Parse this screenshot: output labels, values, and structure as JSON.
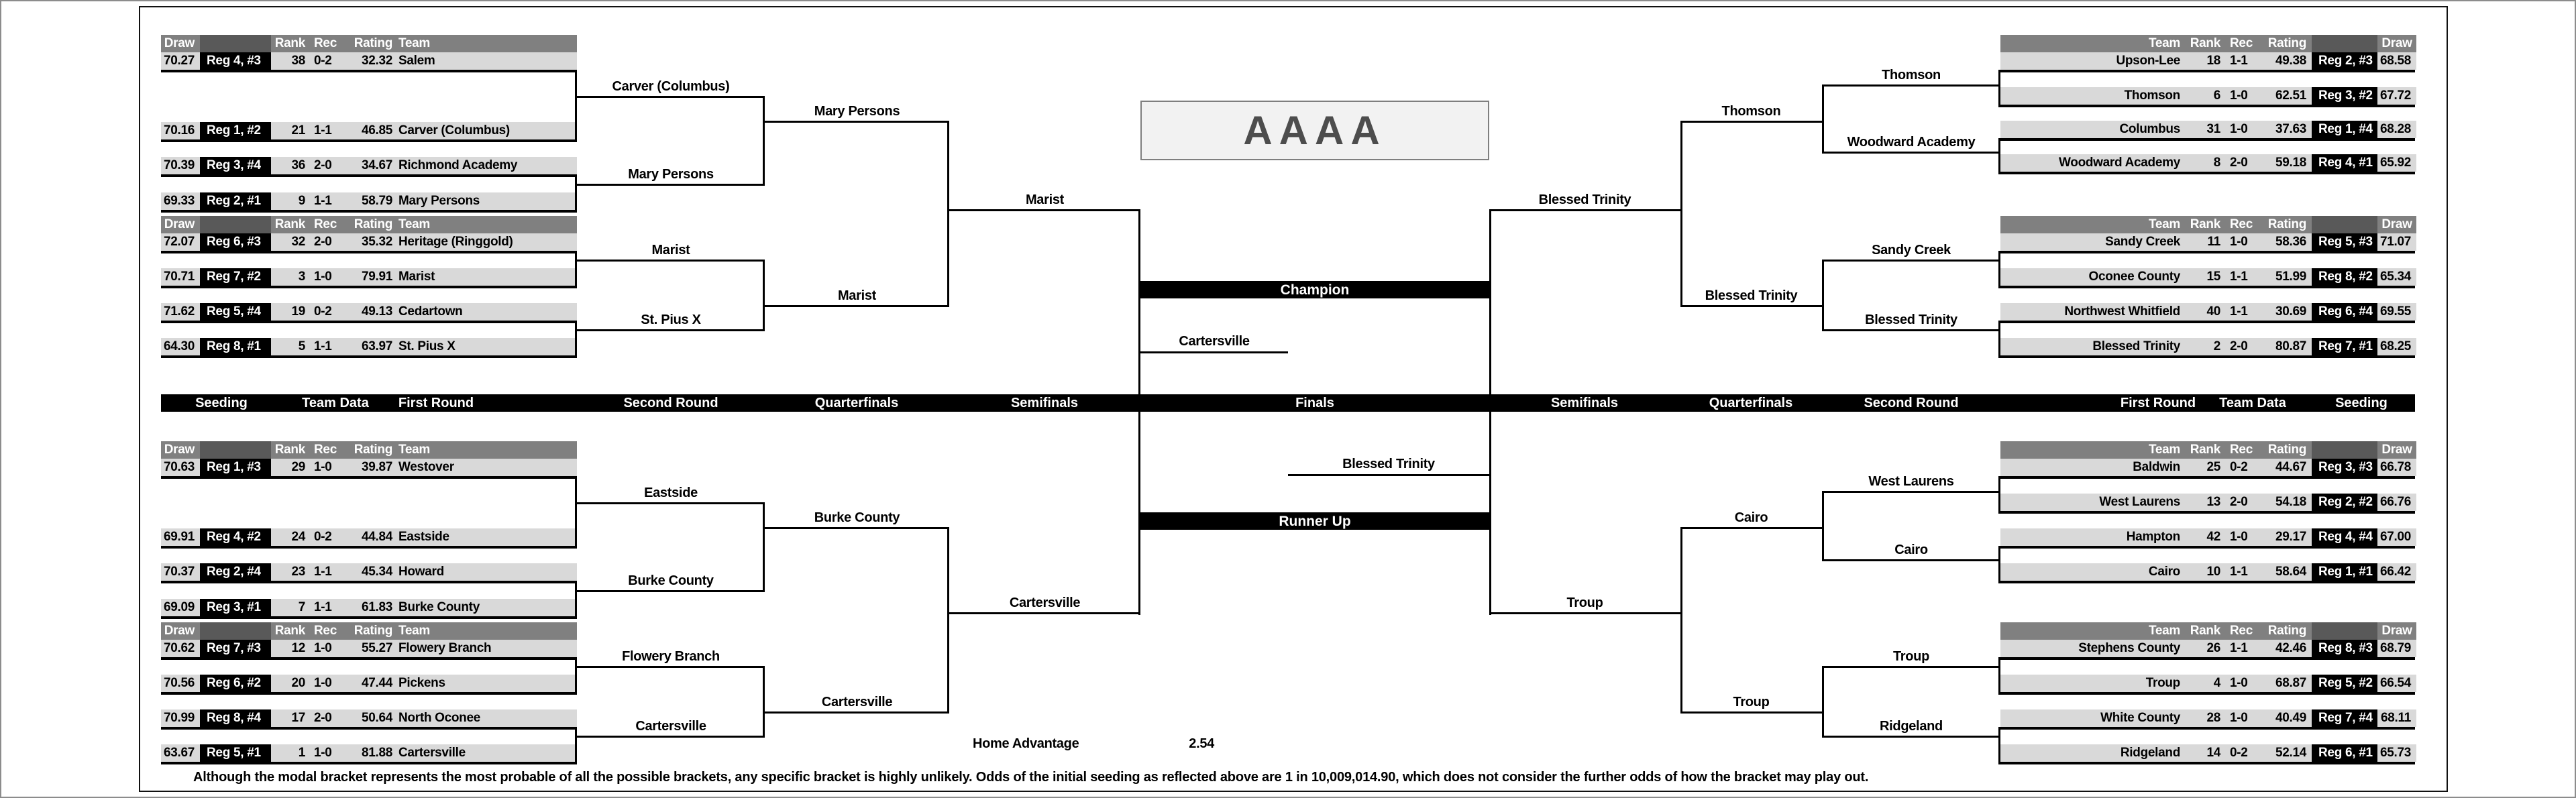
{
  "title": "AAAA",
  "table_headers": {
    "draw": "Draw",
    "rank": "Rank",
    "rec": "Rec",
    "rating": "Rating",
    "team": "Team"
  },
  "round_band": [
    "Seeding",
    "Team Data",
    "First Round",
    "Second Round",
    "Quarterfinals",
    "Semifinals",
    "Finals",
    "Semifinals",
    "Quarterfinals",
    "Second Round",
    "First Round",
    "Team Data",
    "Seeding"
  ],
  "finals": {
    "champion_bar": "Champion",
    "runner_up_bar": "Runner Up",
    "champion": "Cartersville",
    "runner_up": "Blessed Trinity"
  },
  "home_advantage": {
    "label": "Home Advantage",
    "value": "2.54"
  },
  "footnote": "Although the modal bracket represents the most probable of all the possible brackets, any specific bracket is highly unlikely.  Odds of the initial seeding as reflected above are 1 in 10,009,014.90, which does not consider the further odds of how the bracket may play out.",
  "colors": {
    "header_gray": "#808080",
    "dark_gray": "#595959",
    "row_gray": "#d9d9d9",
    "black": "#000000",
    "title_box": "#f2f2f2"
  },
  "groups": [
    {
      "teams": [
        {
          "draw": "70.27",
          "seed": "Reg 4, #3",
          "rank": "38",
          "rec": "0-2",
          "rating": "32.32",
          "team": "Salem"
        },
        {
          "draw": "70.16",
          "seed": "Reg 1, #2",
          "rank": "21",
          "rec": "1-1",
          "rating": "46.85",
          "team": "Carver (Columbus)"
        },
        {
          "draw": "70.39",
          "seed": "Reg 3, #4",
          "rank": "36",
          "rec": "2-0",
          "rating": "34.67",
          "team": "Richmond Academy"
        },
        {
          "draw": "69.33",
          "seed": "Reg 2, #1",
          "rank": "9",
          "rec": "1-1",
          "rating": "58.79",
          "team": "Mary Persons"
        }
      ],
      "second_round": [
        "Carver (Columbus)",
        "Mary Persons"
      ]
    },
    {
      "teams": [
        {
          "draw": "72.07",
          "seed": "Reg 6, #3",
          "rank": "32",
          "rec": "2-0",
          "rating": "35.32",
          "team": "Heritage (Ringgold)"
        },
        {
          "draw": "70.71",
          "seed": "Reg 7, #2",
          "rank": "3",
          "rec": "1-0",
          "rating": "79.91",
          "team": "Marist"
        },
        {
          "draw": "71.62",
          "seed": "Reg 5, #4",
          "rank": "19",
          "rec": "0-2",
          "rating": "49.13",
          "team": "Cedartown"
        },
        {
          "draw": "64.30",
          "seed": "Reg 8, #1",
          "rank": "5",
          "rec": "1-1",
          "rating": "63.97",
          "team": "St. Pius X"
        }
      ],
      "second_round": [
        "Marist",
        "St. Pius X"
      ]
    },
    {
      "teams": [
        {
          "draw": "70.63",
          "seed": "Reg 1, #3",
          "rank": "29",
          "rec": "1-0",
          "rating": "39.87",
          "team": "Westover"
        },
        {
          "draw": "69.91",
          "seed": "Reg 4, #2",
          "rank": "24",
          "rec": "0-2",
          "rating": "44.84",
          "team": "Eastside"
        },
        {
          "draw": "70.37",
          "seed": "Reg 2, #4",
          "rank": "23",
          "rec": "1-1",
          "rating": "45.34",
          "team": "Howard"
        },
        {
          "draw": "69.09",
          "seed": "Reg 3, #1",
          "rank": "7",
          "rec": "1-1",
          "rating": "61.83",
          "team": "Burke County"
        }
      ],
      "second_round": [
        "Eastside",
        "Burke County"
      ]
    },
    {
      "teams": [
        {
          "draw": "70.62",
          "seed": "Reg 7, #3",
          "rank": "12",
          "rec": "1-0",
          "rating": "55.27",
          "team": "Flowery Branch"
        },
        {
          "draw": "70.56",
          "seed": "Reg 6, #2",
          "rank": "20",
          "rec": "1-0",
          "rating": "47.44",
          "team": "Pickens"
        },
        {
          "draw": "70.99",
          "seed": "Reg 8, #4",
          "rank": "17",
          "rec": "2-0",
          "rating": "50.64",
          "team": "North Oconee"
        },
        {
          "draw": "63.67",
          "seed": "Reg 5, #1",
          "rank": "1",
          "rec": "1-0",
          "rating": "81.88",
          "team": "Cartersville"
        }
      ],
      "second_round": [
        "Flowery Branch",
        "Cartersville"
      ]
    },
    {
      "teams": [
        {
          "draw": "68.58",
          "seed": "Reg 2, #3",
          "rank": "18",
          "rec": "1-1",
          "rating": "49.38",
          "team": "Upson-Lee"
        },
        {
          "draw": "67.72",
          "seed": "Reg 3, #2",
          "rank": "6",
          "rec": "1-0",
          "rating": "62.51",
          "team": "Thomson"
        },
        {
          "draw": "68.28",
          "seed": "Reg 1, #4",
          "rank": "31",
          "rec": "1-0",
          "rating": "37.63",
          "team": "Columbus"
        },
        {
          "draw": "65.92",
          "seed": "Reg 4, #1",
          "rank": "8",
          "rec": "2-0",
          "rating": "59.18",
          "team": "Woodward Academy"
        }
      ],
      "second_round": [
        "Thomson",
        "Woodward Academy"
      ]
    },
    {
      "teams": [
        {
          "draw": "71.07",
          "seed": "Reg 5, #3",
          "rank": "11",
          "rec": "1-0",
          "rating": "58.36",
          "team": "Sandy Creek"
        },
        {
          "draw": "65.34",
          "seed": "Reg 8, #2",
          "rank": "15",
          "rec": "1-1",
          "rating": "51.99",
          "team": "Oconee County"
        },
        {
          "draw": "69.55",
          "seed": "Reg 6, #4",
          "rank": "40",
          "rec": "1-1",
          "rating": "30.69",
          "team": "Northwest Whitfield"
        },
        {
          "draw": "68.25",
          "seed": "Reg 7, #1",
          "rank": "2",
          "rec": "2-0",
          "rating": "80.87",
          "team": "Blessed Trinity"
        }
      ],
      "second_round": [
        "Sandy Creek",
        "Blessed Trinity"
      ]
    },
    {
      "teams": [
        {
          "draw": "66.78",
          "seed": "Reg 3, #3",
          "rank": "25",
          "rec": "0-2",
          "rating": "44.67",
          "team": "Baldwin"
        },
        {
          "draw": "66.76",
          "seed": "Reg 2, #2",
          "rank": "13",
          "rec": "2-0",
          "rating": "54.18",
          "team": "West Laurens"
        },
        {
          "draw": "67.00",
          "seed": "Reg 4, #4",
          "rank": "42",
          "rec": "1-0",
          "rating": "29.17",
          "team": "Hampton"
        },
        {
          "draw": "66.42",
          "seed": "Reg 1, #1",
          "rank": "10",
          "rec": "1-1",
          "rating": "58.64",
          "team": "Cairo"
        }
      ],
      "second_round": [
        "West Laurens",
        "Cairo"
      ]
    },
    {
      "teams": [
        {
          "draw": "68.79",
          "seed": "Reg 8, #3",
          "rank": "26",
          "rec": "1-1",
          "rating": "42.46",
          "team": "Stephens County"
        },
        {
          "draw": "66.54",
          "seed": "Reg 5, #2",
          "rank": "4",
          "rec": "1-0",
          "rating": "68.87",
          "team": "Troup"
        },
        {
          "draw": "68.11",
          "seed": "Reg 7, #4",
          "rank": "28",
          "rec": "1-0",
          "rating": "40.49",
          "team": "White County"
        },
        {
          "draw": "65.73",
          "seed": "Reg 6, #1",
          "rank": "14",
          "rec": "0-2",
          "rating": "52.14",
          "team": "Ridgeland"
        }
      ],
      "second_round": [
        "Troup",
        "Ridgeland"
      ]
    }
  ],
  "bracket": {
    "left_top": {
      "quarterfinals": [
        "Mary Persons",
        "Marist"
      ],
      "semifinal": "Marist"
    },
    "left_bottom": {
      "quarterfinals": [
        "Burke County",
        "Cartersville"
      ],
      "semifinal": "Cartersville"
    },
    "right_top": {
      "quarterfinals": [
        "Thomson",
        "Blessed Trinity"
      ],
      "semifinal": "Blessed Trinity"
    },
    "right_bottom": {
      "quarterfinals": [
        "Cairo",
        "Troup"
      ],
      "semifinal": "Troup"
    }
  }
}
